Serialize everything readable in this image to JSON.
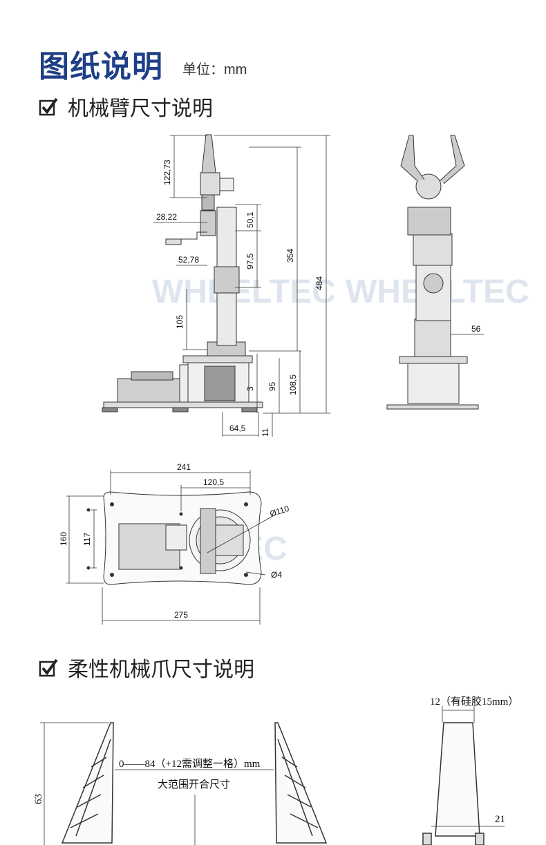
{
  "header": {
    "title": "图纸说明",
    "unit": "单位：mm"
  },
  "sections": {
    "arm": "机械臂尺寸说明",
    "gripper": "柔性机械爪尺寸说明"
  },
  "watermark": "WHEELTEC",
  "arm_dims": {
    "d122_73": "122,73",
    "d28_22": "28,22",
    "d50_1": "50,1",
    "d52_78": "52,78",
    "d97_5": "97,5",
    "d354": "354",
    "d484": "484",
    "d105": "105",
    "d3": "3",
    "d95": "95",
    "d108_5": "108,5",
    "d64_5": "64,5",
    "d11": "11",
    "d56": "56"
  },
  "base_dims": {
    "d241": "241",
    "d120_5": "120,5",
    "d110": "Ø110",
    "d4": "Ø4",
    "d160": "160",
    "d117": "117",
    "d275": "275"
  },
  "gripper_dims": {
    "d12": "12（有硅胶15mm）",
    "range": "0——84（+12需调整一格）mm",
    "range_note": "大范围开合尺寸",
    "d63": "63",
    "d21": "21"
  }
}
